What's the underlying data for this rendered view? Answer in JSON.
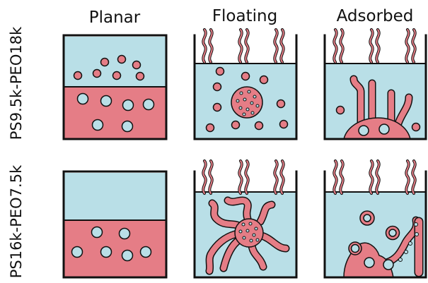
{
  "columns": [
    "Planar",
    "Floating",
    "Adsorbed"
  ],
  "rows": [
    "PS9.5k-PEO18k",
    "PS16k-PEO7.5k"
  ],
  "colors": {
    "water": "#b9dfe7",
    "polymer": "#e57d86",
    "outline": "#111111"
  }
}
